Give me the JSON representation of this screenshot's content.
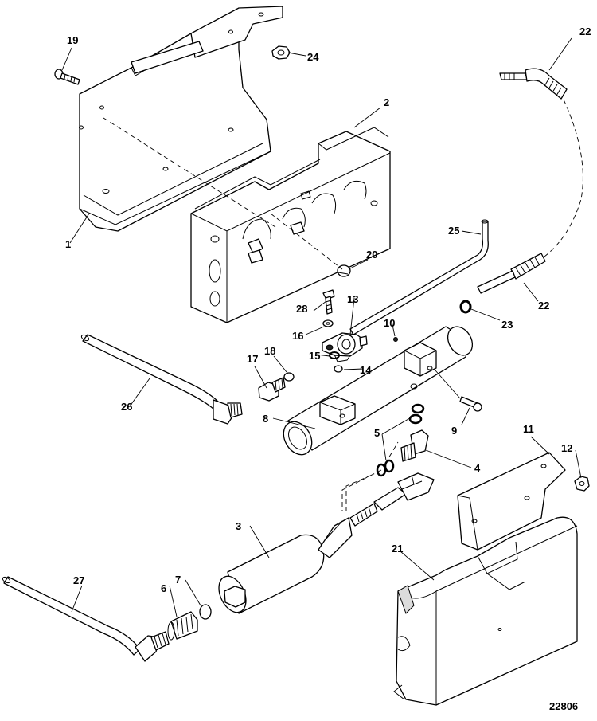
{
  "figure_number": "22806",
  "callouts": {
    "c1": "1",
    "c2": "2",
    "c3": "3",
    "c4": "4",
    "c5a": "5",
    "c6": "6",
    "c7": "7",
    "c8": "8",
    "c9": "9",
    "c10": "10",
    "c11": "11",
    "c12": "12",
    "c13": "13",
    "c14": "14",
    "c15": "15",
    "c16": "16",
    "c17": "17",
    "c18": "18",
    "c19": "19",
    "c20": "20",
    "c21": "21",
    "c22a": "22",
    "c22b": "22",
    "c23": "23",
    "c24": "24",
    "c25": "25",
    "c26": "26",
    "c27": "27",
    "c28": "28"
  }
}
